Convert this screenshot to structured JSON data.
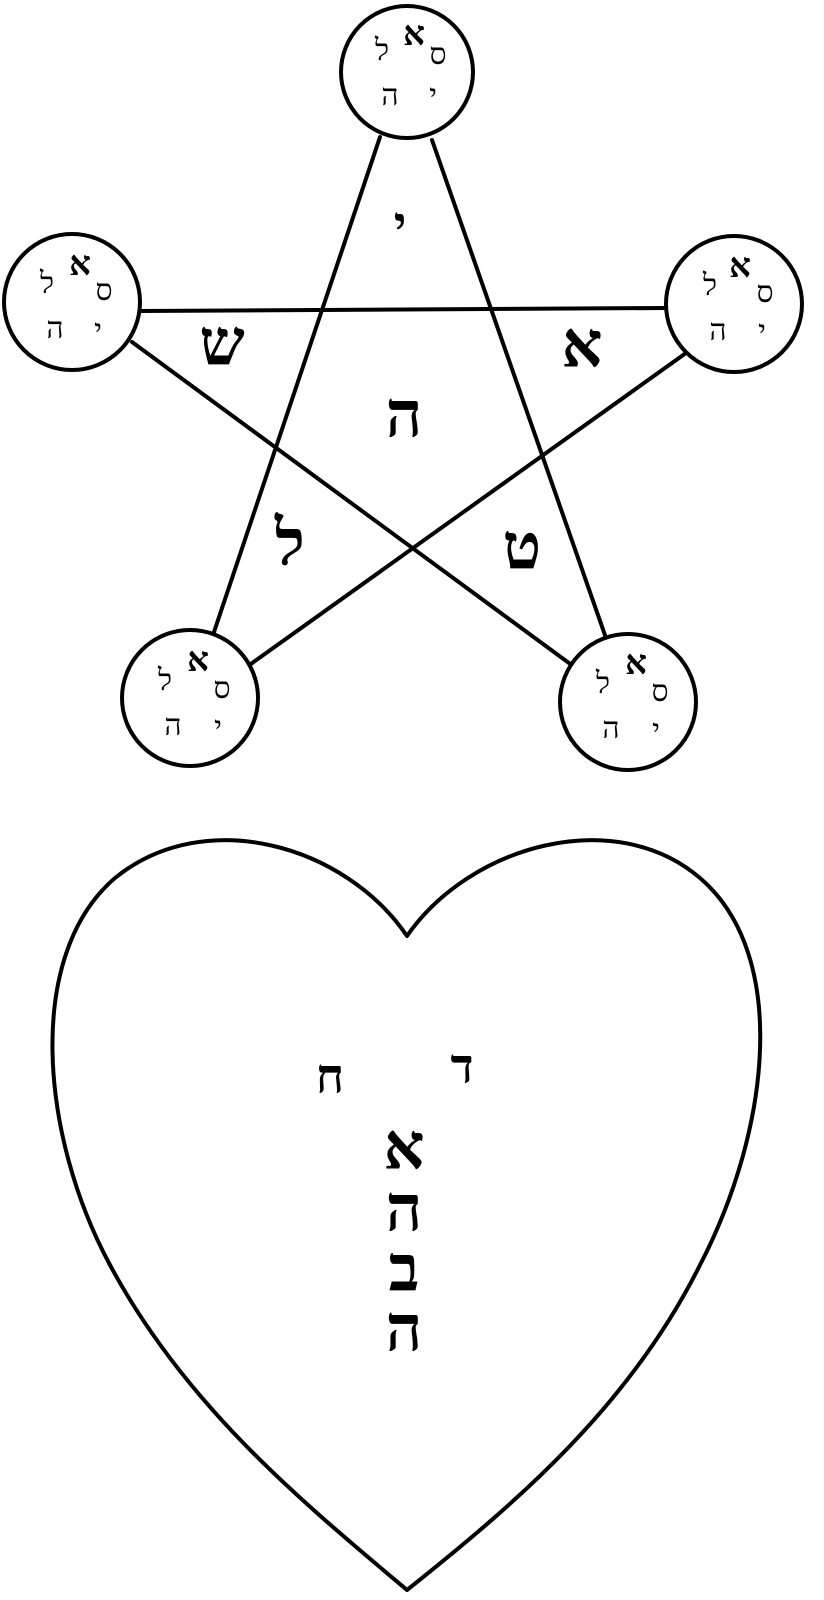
{
  "pentagram": {
    "star_points": [
      {
        "name": "top",
        "letters": [
          "א",
          "ס",
          "ל",
          "י",
          "ה"
        ]
      },
      {
        "name": "left",
        "letters": [
          "א",
          "ס",
          "ל",
          "י",
          "ה"
        ]
      },
      {
        "name": "right",
        "letters": [
          "א",
          "ס",
          "ל",
          "י",
          "ה"
        ]
      },
      {
        "name": "bottom-left",
        "letters": [
          "א",
          "ס",
          "ל",
          "י",
          "ה"
        ]
      },
      {
        "name": "bottom-right",
        "letters": [
          "א",
          "ס",
          "ל",
          "י",
          "ה"
        ]
      }
    ],
    "arm_letters": {
      "top": "י",
      "left": "ש",
      "right": "א",
      "bottom_left": "ל",
      "bottom_right": "ט"
    },
    "center_letter": "ה"
  },
  "heart": {
    "top_left": "ח",
    "top_right": "ד",
    "column": [
      "א",
      "ה",
      "ב",
      "ה"
    ]
  }
}
